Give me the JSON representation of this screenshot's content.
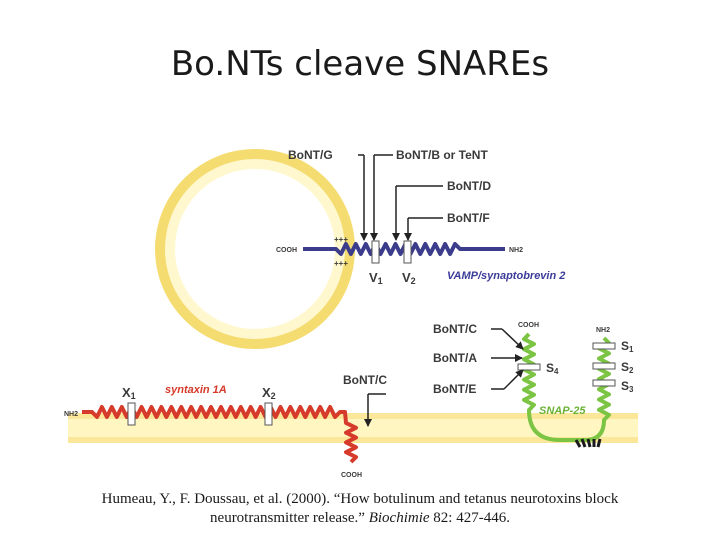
{
  "slide": {
    "title": "Bo.NTs cleave SNAREs"
  },
  "vamp": {
    "name": "VAMP/synaptobrevin 2",
    "cooh": "COOH",
    "nh2": "NH2",
    "charge_top": "+++",
    "charge_bottom": "+++",
    "motif_1": "V",
    "motif_1_sub": "1",
    "motif_2": "V",
    "motif_2_sub": "2"
  },
  "toxins": {
    "bont_g": "BoNT/G",
    "bont_b_tent": "BoNT/B or TeNT",
    "bont_d": "BoNT/D",
    "bont_f": "BoNT/F",
    "bont_c_snap": "BoNT/C",
    "bont_a": "BoNT/A",
    "bont_e": "BoNT/E",
    "bont_c_syntaxin": "BoNT/C"
  },
  "syntaxin": {
    "name": "syntaxin 1A",
    "nh2": "NH2",
    "cooh": "COOH",
    "motif_1": "X",
    "motif_1_sub": "1",
    "motif_2": "X",
    "motif_2_sub": "2"
  },
  "snap25": {
    "name": "SNAP-25",
    "cooh": "COOH",
    "nh2": "NH2",
    "s4": "S",
    "s4_sub": "4",
    "s1": "S",
    "s1_sub": "1",
    "s2": "S",
    "s2_sub": "2",
    "s3": "S",
    "s3_sub": "3"
  },
  "citation": {
    "text_1": "Humeau, Y., F. Doussau, et al. (2000). “How botulinum and tetanus neurotoxins block neurotransmitter release.”",
    "journal": "Biochimie",
    "text_2": " 82: 427-446."
  },
  "colors": {
    "vesicle": "#fdf3a8",
    "vesicle_ring": "#f6e27a",
    "vamp": "#3c3c8c",
    "syntaxin": "#d63a2a",
    "snap25": "#7cc443",
    "membrane": "#fbe79a",
    "text_blue": "#3b3b9a"
  }
}
